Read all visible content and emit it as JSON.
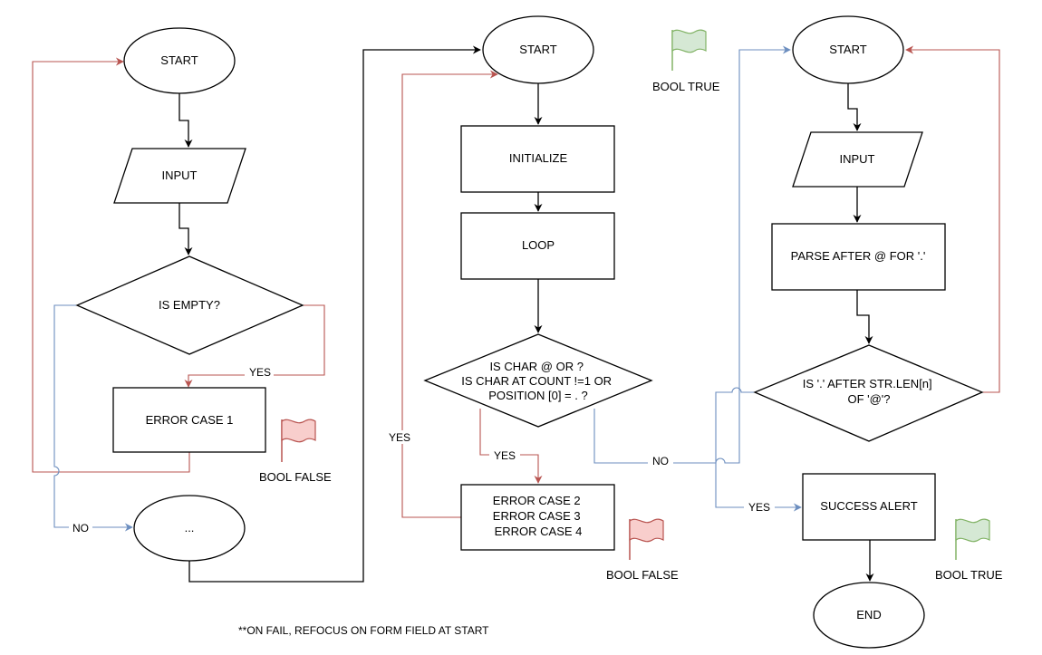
{
  "colors": {
    "red_edge": "#b85450",
    "blue_edge": "#6c8ebf",
    "red_flag_fill": "#f8cecc",
    "red_flag_stroke": "#b85450",
    "green_flag_fill": "#d5e8d4",
    "green_flag_stroke": "#82b366"
  },
  "flow1": {
    "start": "START",
    "input": "INPUT",
    "decision": "IS EMPTY?",
    "error": "ERROR CASE 1",
    "ellipsis": "...",
    "yes_label": "YES",
    "no_label": "NO",
    "flag_label": "BOOL FALSE"
  },
  "flow2": {
    "start": "START",
    "initialize": "INITIALIZE",
    "loop": "LOOP",
    "decision_lines": [
      "IS CHAR @ OR ?",
      "IS CHAR AT COUNT !=1 OR",
      "POSITION [0] = . ?"
    ],
    "error_lines": [
      "ERROR CASE 2",
      "ERROR CASE 3",
      "ERROR CASE 4"
    ],
    "yes_label": "YES",
    "yes_back_label": "YES",
    "no_label": "NO",
    "flag_top_label": "BOOL TRUE",
    "flag_bottom_label": "BOOL FALSE"
  },
  "flow3": {
    "start": "START",
    "input": "INPUT",
    "parse": "PARSE AFTER @ FOR '.'",
    "decision_lines": [
      "IS '.' AFTER STR.LEN[n]",
      "OF '@'?"
    ],
    "success": "SUCCESS ALERT",
    "end": "END",
    "yes_label": "YES",
    "flag_label": "BOOL TRUE"
  },
  "footnote": "**ON FAIL, REFOCUS ON FORM FIELD AT START"
}
